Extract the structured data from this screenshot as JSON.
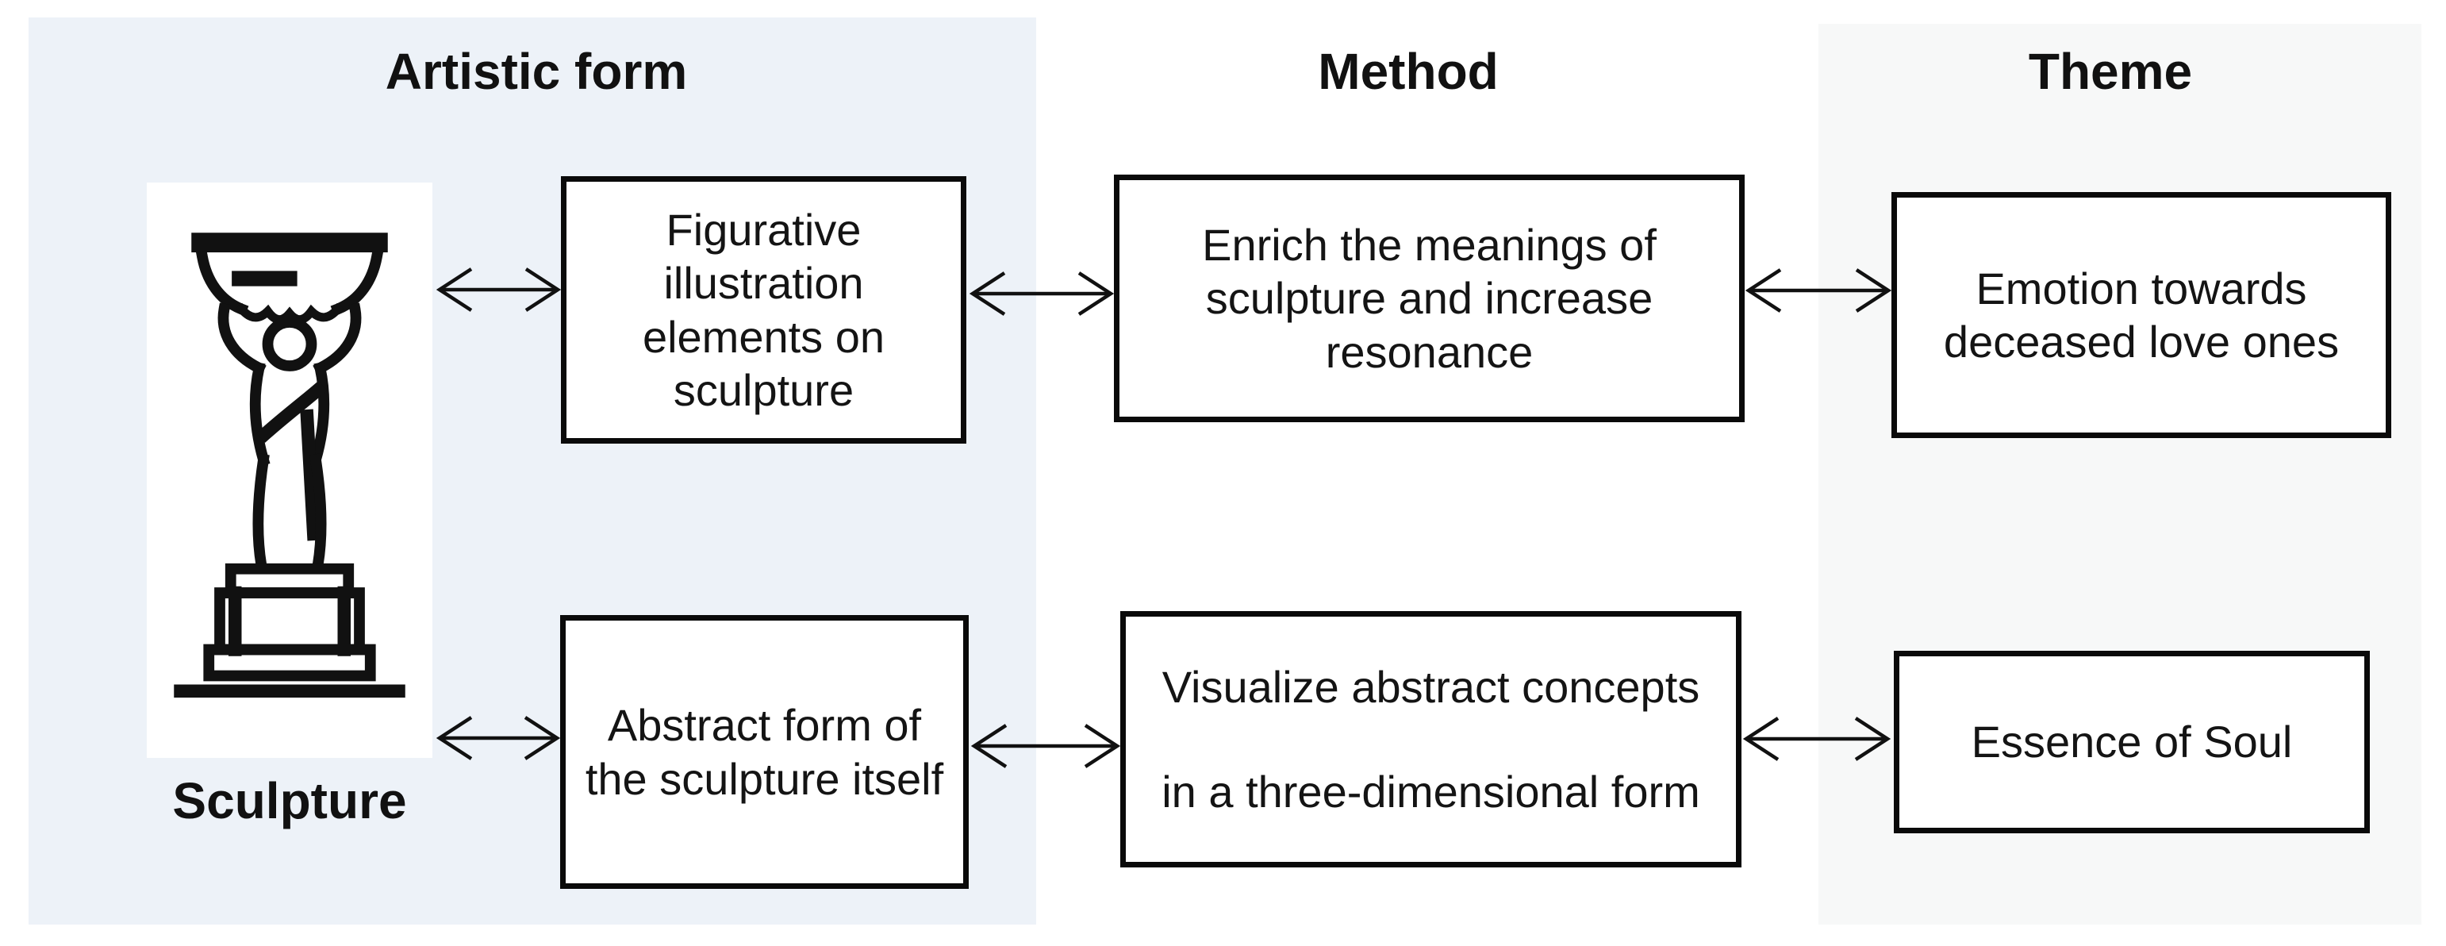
{
  "headers": {
    "artistic_form": "Artistic form",
    "method": "Method",
    "theme": "Theme"
  },
  "sculpture_label": "Sculpture",
  "boxes": {
    "row1": {
      "artistic": "Figurative\nillustration\nelements on\nsculpture",
      "method": "Enrich the meanings of\nsculpture and increase\nresonance",
      "theme": "Emotion towards\ndeceased love ones"
    },
    "row2": {
      "artistic": "Abstract form of\nthe sculpture itself",
      "method": "Visualize abstract concepts\nin a three-dimensional form",
      "theme": "Essence of Soul"
    }
  },
  "icons": {
    "sculpture": "caryatid-statue-icon",
    "connector": "double-headed-arrow-icon"
  },
  "colors": {
    "artistic_form_panel": "#edf2f8",
    "theme_panel": "#f7f8f8",
    "box_border": "#0a0a0a",
    "box_background": "#ffffff",
    "text": "#141414"
  }
}
